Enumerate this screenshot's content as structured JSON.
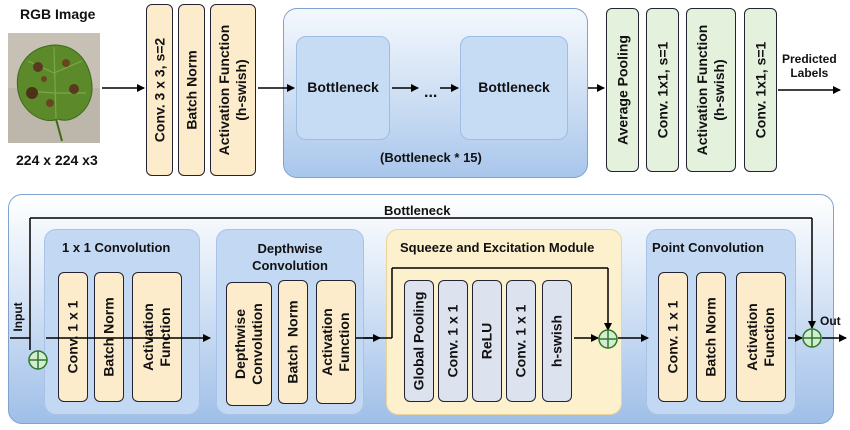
{
  "input_image": {
    "title": "RGB Image",
    "size": "224 x 224 x3"
  },
  "stem": [
    {
      "label": "Conv. 3 x 3, s=2"
    },
    {
      "label": "Batch Norm"
    },
    {
      "label": "Activation Function\n(h-swish)"
    }
  ],
  "bottleneck_group": {
    "block1": "Bottleneck",
    "ellipsis": "...",
    "block2": "Bottleneck",
    "caption": "(Bottleneck * 15)"
  },
  "head": [
    {
      "label": "Average Pooling"
    },
    {
      "label": "Conv. 1x1, s=1"
    },
    {
      "label": "Activation Function\n(h-swish)"
    },
    {
      "label": "Conv. 1x1, s=1"
    }
  ],
  "output_label": "Predicted\nLabels",
  "detail": {
    "title": "Bottleneck",
    "input_label": "Input",
    "output_label": "Out",
    "sections": [
      {
        "title": "1 x 1 Convolution",
        "blocks": [
          "Conv. 1 x 1",
          "Batch Norm",
          "Activation\nFunction"
        ]
      },
      {
        "title": "Depthwise\nConvolution",
        "blocks": [
          "Depthwise\nConvolution",
          "Batch  Norm",
          "Activation\nFunction"
        ]
      },
      {
        "title": "Squeeze and Excitation Module",
        "blocks": [
          "Global Pooling",
          "Conv. 1 x 1",
          "ReLU",
          "Conv. 1 x 1",
          "h-swish"
        ]
      },
      {
        "title": "Point Convolution",
        "blocks": [
          "Conv. 1 x 1",
          "Batch Norm",
          "Activation\nFunction"
        ]
      }
    ]
  },
  "colors": {
    "orange": "#fdeccb",
    "green": "#e3f1dd",
    "blue": "#c9dcf3",
    "panel": "#a9c6ec",
    "se_panel": "#fdf0cc"
  }
}
